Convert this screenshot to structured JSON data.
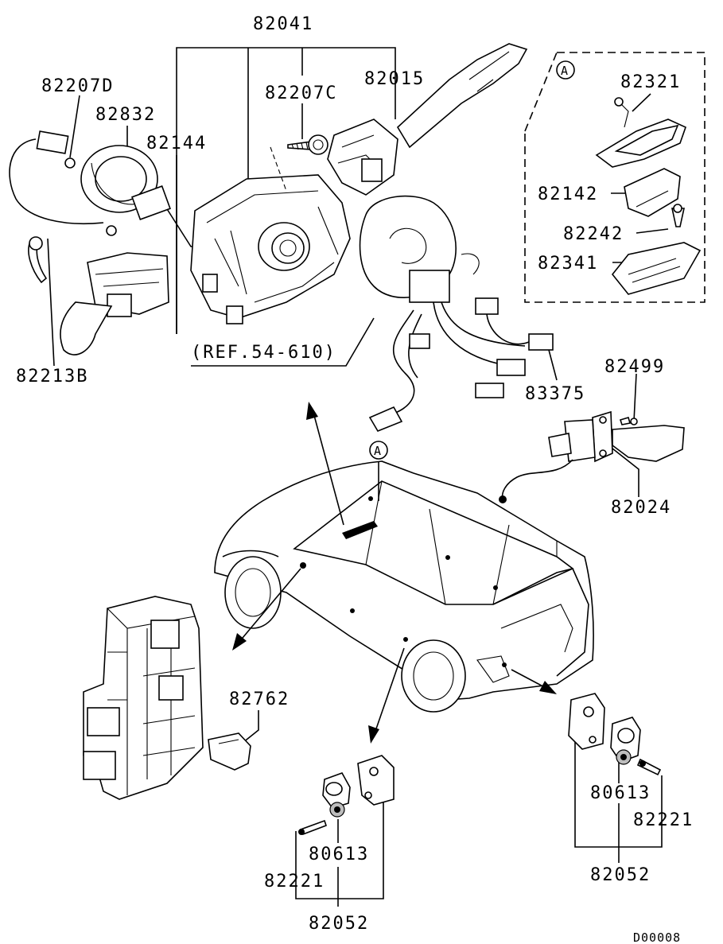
{
  "diagram": {
    "callouts": {
      "p82041": "82041",
      "p82207D": "82207D",
      "p82207C": "82207C",
      "p82015": "82015",
      "p82832": "82832",
      "p82144": "82144",
      "p82213B": "82213B",
      "ref": "(REF.54-610)",
      "p83375": "83375",
      "p82321": "82321",
      "p82142": "82142",
      "p82242": "82242",
      "p82341": "82341",
      "p82499": "82499",
      "p82024": "82024",
      "p82762": "82762",
      "p80613_left": "80613",
      "p82221_left": "82221",
      "p82052_left": "82052",
      "p80613_right": "80613",
      "p82221_right": "82221",
      "p82052_right": "82052"
    },
    "detail_marker_box": "A",
    "detail_marker_car": "A",
    "drawing_code": "D00008"
  }
}
